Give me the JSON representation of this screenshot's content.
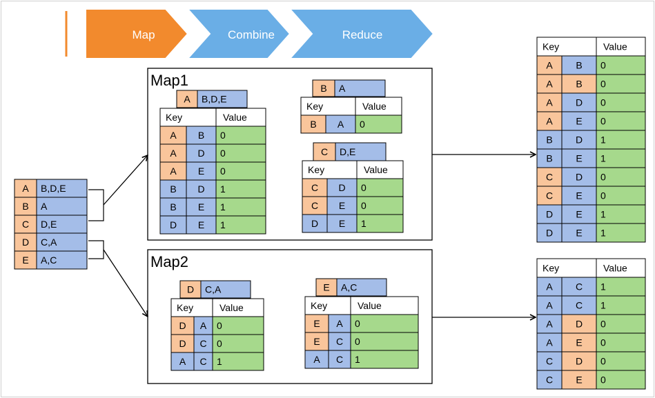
{
  "colors": {
    "orange": "#f9c59b",
    "blue": "#a4bde8",
    "green": "#a6d98c",
    "step_orange": "#f28a2d",
    "step_blue": "#6aaee6",
    "border": "#000000"
  },
  "pipeline": {
    "steps": [
      "Map",
      "Combine",
      "Reduce"
    ]
  },
  "input": {
    "rows": [
      {
        "key": "A",
        "value": "B,D,E"
      },
      {
        "key": "B",
        "value": "A"
      },
      {
        "key": "C",
        "value": "D,E"
      },
      {
        "key": "D",
        "value": "C,A"
      },
      {
        "key": "E",
        "value": "A,C"
      }
    ]
  },
  "map1": {
    "title": "Map1",
    "groups": [
      {
        "head": {
          "key": "A",
          "value": "B,D,E"
        },
        "key_header": "Key",
        "value_header": "Value",
        "rows": [
          {
            "k1": "A",
            "k2": "B",
            "v": "0"
          },
          {
            "k1": "A",
            "k2": "D",
            "v": "0"
          },
          {
            "k1": "A",
            "k2": "E",
            "v": "0"
          },
          {
            "k1": "B",
            "k2": "D",
            "v": "1"
          },
          {
            "k1": "B",
            "k2": "E",
            "v": "1"
          },
          {
            "k1": "D",
            "k2": "E",
            "v": "1"
          }
        ]
      },
      {
        "head": {
          "key": "B",
          "value": "A"
        },
        "key_header": "Key",
        "value_header": "Value",
        "rows": [
          {
            "k1": "B",
            "k2": "A",
            "v": "0"
          }
        ]
      },
      {
        "head": {
          "key": "C",
          "value": "D,E"
        },
        "key_header": "Key",
        "value_header": "Value",
        "rows": [
          {
            "k1": "C",
            "k2": "D",
            "v": "0"
          },
          {
            "k1": "C",
            "k2": "E",
            "v": "0"
          },
          {
            "k1": "D",
            "k2": "E",
            "v": "1"
          }
        ]
      }
    ]
  },
  "map2": {
    "title": "Map2",
    "groups": [
      {
        "head": {
          "key": "D",
          "value": "C,A"
        },
        "key_header": "Key",
        "value_header": "Value",
        "rows": [
          {
            "k1": "D",
            "k2": "A",
            "v": "0"
          },
          {
            "k1": "D",
            "k2": "C",
            "v": "0"
          },
          {
            "k1": "A",
            "k2": "C",
            "v": "1"
          }
        ]
      },
      {
        "head": {
          "key": "E",
          "value": "A,C"
        },
        "key_header": "Key",
        "value_header": "Value",
        "rows": [
          {
            "k1": "E",
            "k2": "A",
            "v": "0"
          },
          {
            "k1": "E",
            "k2": "C",
            "v": "0"
          },
          {
            "k1": "A",
            "k2": "C",
            "v": "1"
          }
        ]
      }
    ]
  },
  "output1": {
    "key_header": "Key",
    "value_header": "Value",
    "rows": [
      {
        "k1": "A",
        "k2": "B",
        "v": "0"
      },
      {
        "k1": "A",
        "k2": "B",
        "v": "0"
      },
      {
        "k1": "A",
        "k2": "D",
        "v": "0"
      },
      {
        "k1": "A",
        "k2": "E",
        "v": "0"
      },
      {
        "k1": "B",
        "k2": "D",
        "v": "1"
      },
      {
        "k1": "B",
        "k2": "E",
        "v": "1"
      },
      {
        "k1": "C",
        "k2": "D",
        "v": "0"
      },
      {
        "k1": "C",
        "k2": "E",
        "v": "0"
      },
      {
        "k1": "D",
        "k2": "E",
        "v": "1"
      },
      {
        "k1": "D",
        "k2": "E",
        "v": "1"
      }
    ]
  },
  "output2": {
    "key_header": "Key",
    "value_header": "Value",
    "rows": [
      {
        "k1": "A",
        "k2": "C",
        "v": "1"
      },
      {
        "k1": "A",
        "k2": "C",
        "v": "1"
      },
      {
        "k1": "A",
        "k2": "D",
        "v": "0"
      },
      {
        "k1": "A",
        "k2": "E",
        "v": "0"
      },
      {
        "k1": "C",
        "k2": "D",
        "v": "0"
      },
      {
        "k1": "C",
        "k2": "E",
        "v": "0"
      }
    ]
  }
}
